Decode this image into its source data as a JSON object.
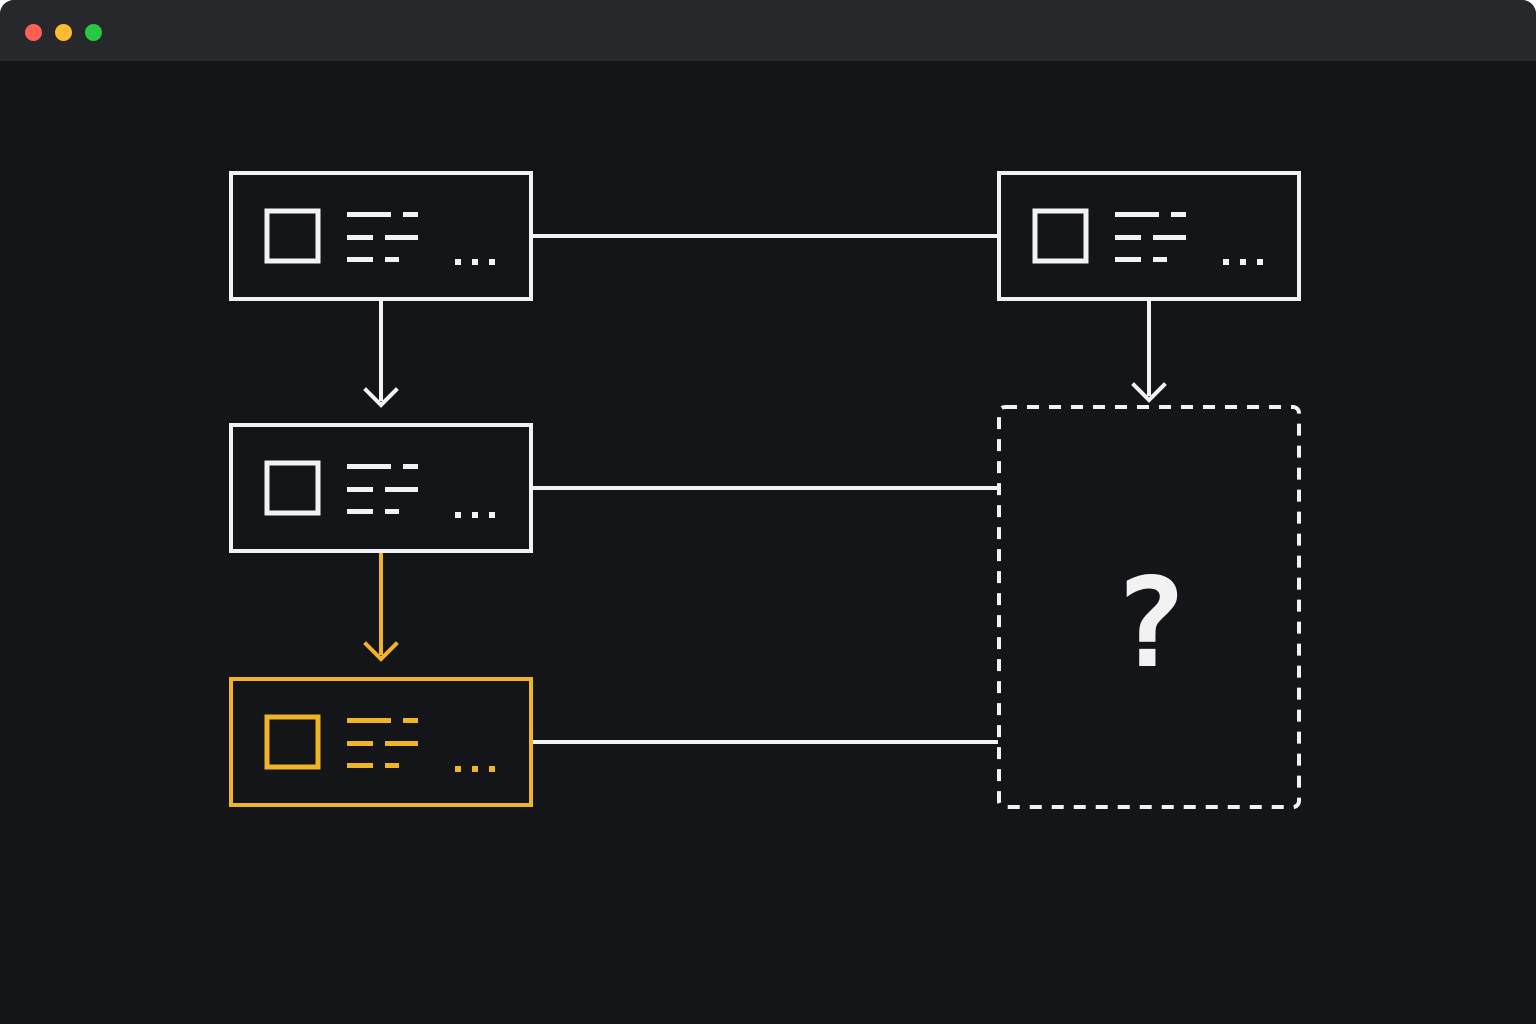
{
  "window": {
    "controls": [
      {
        "name": "close-button",
        "color": "#ff5f57"
      },
      {
        "name": "minimize-button",
        "color": "#febc2e"
      },
      {
        "name": "zoom-button",
        "color": "#28c840"
      }
    ]
  },
  "diagram": {
    "placeholder_symbol": "?",
    "node_ellipsis": "...",
    "colors": {
      "background": "#131518",
      "default_stroke": "#f2f2f2",
      "highlight": "#f0b429"
    }
  }
}
